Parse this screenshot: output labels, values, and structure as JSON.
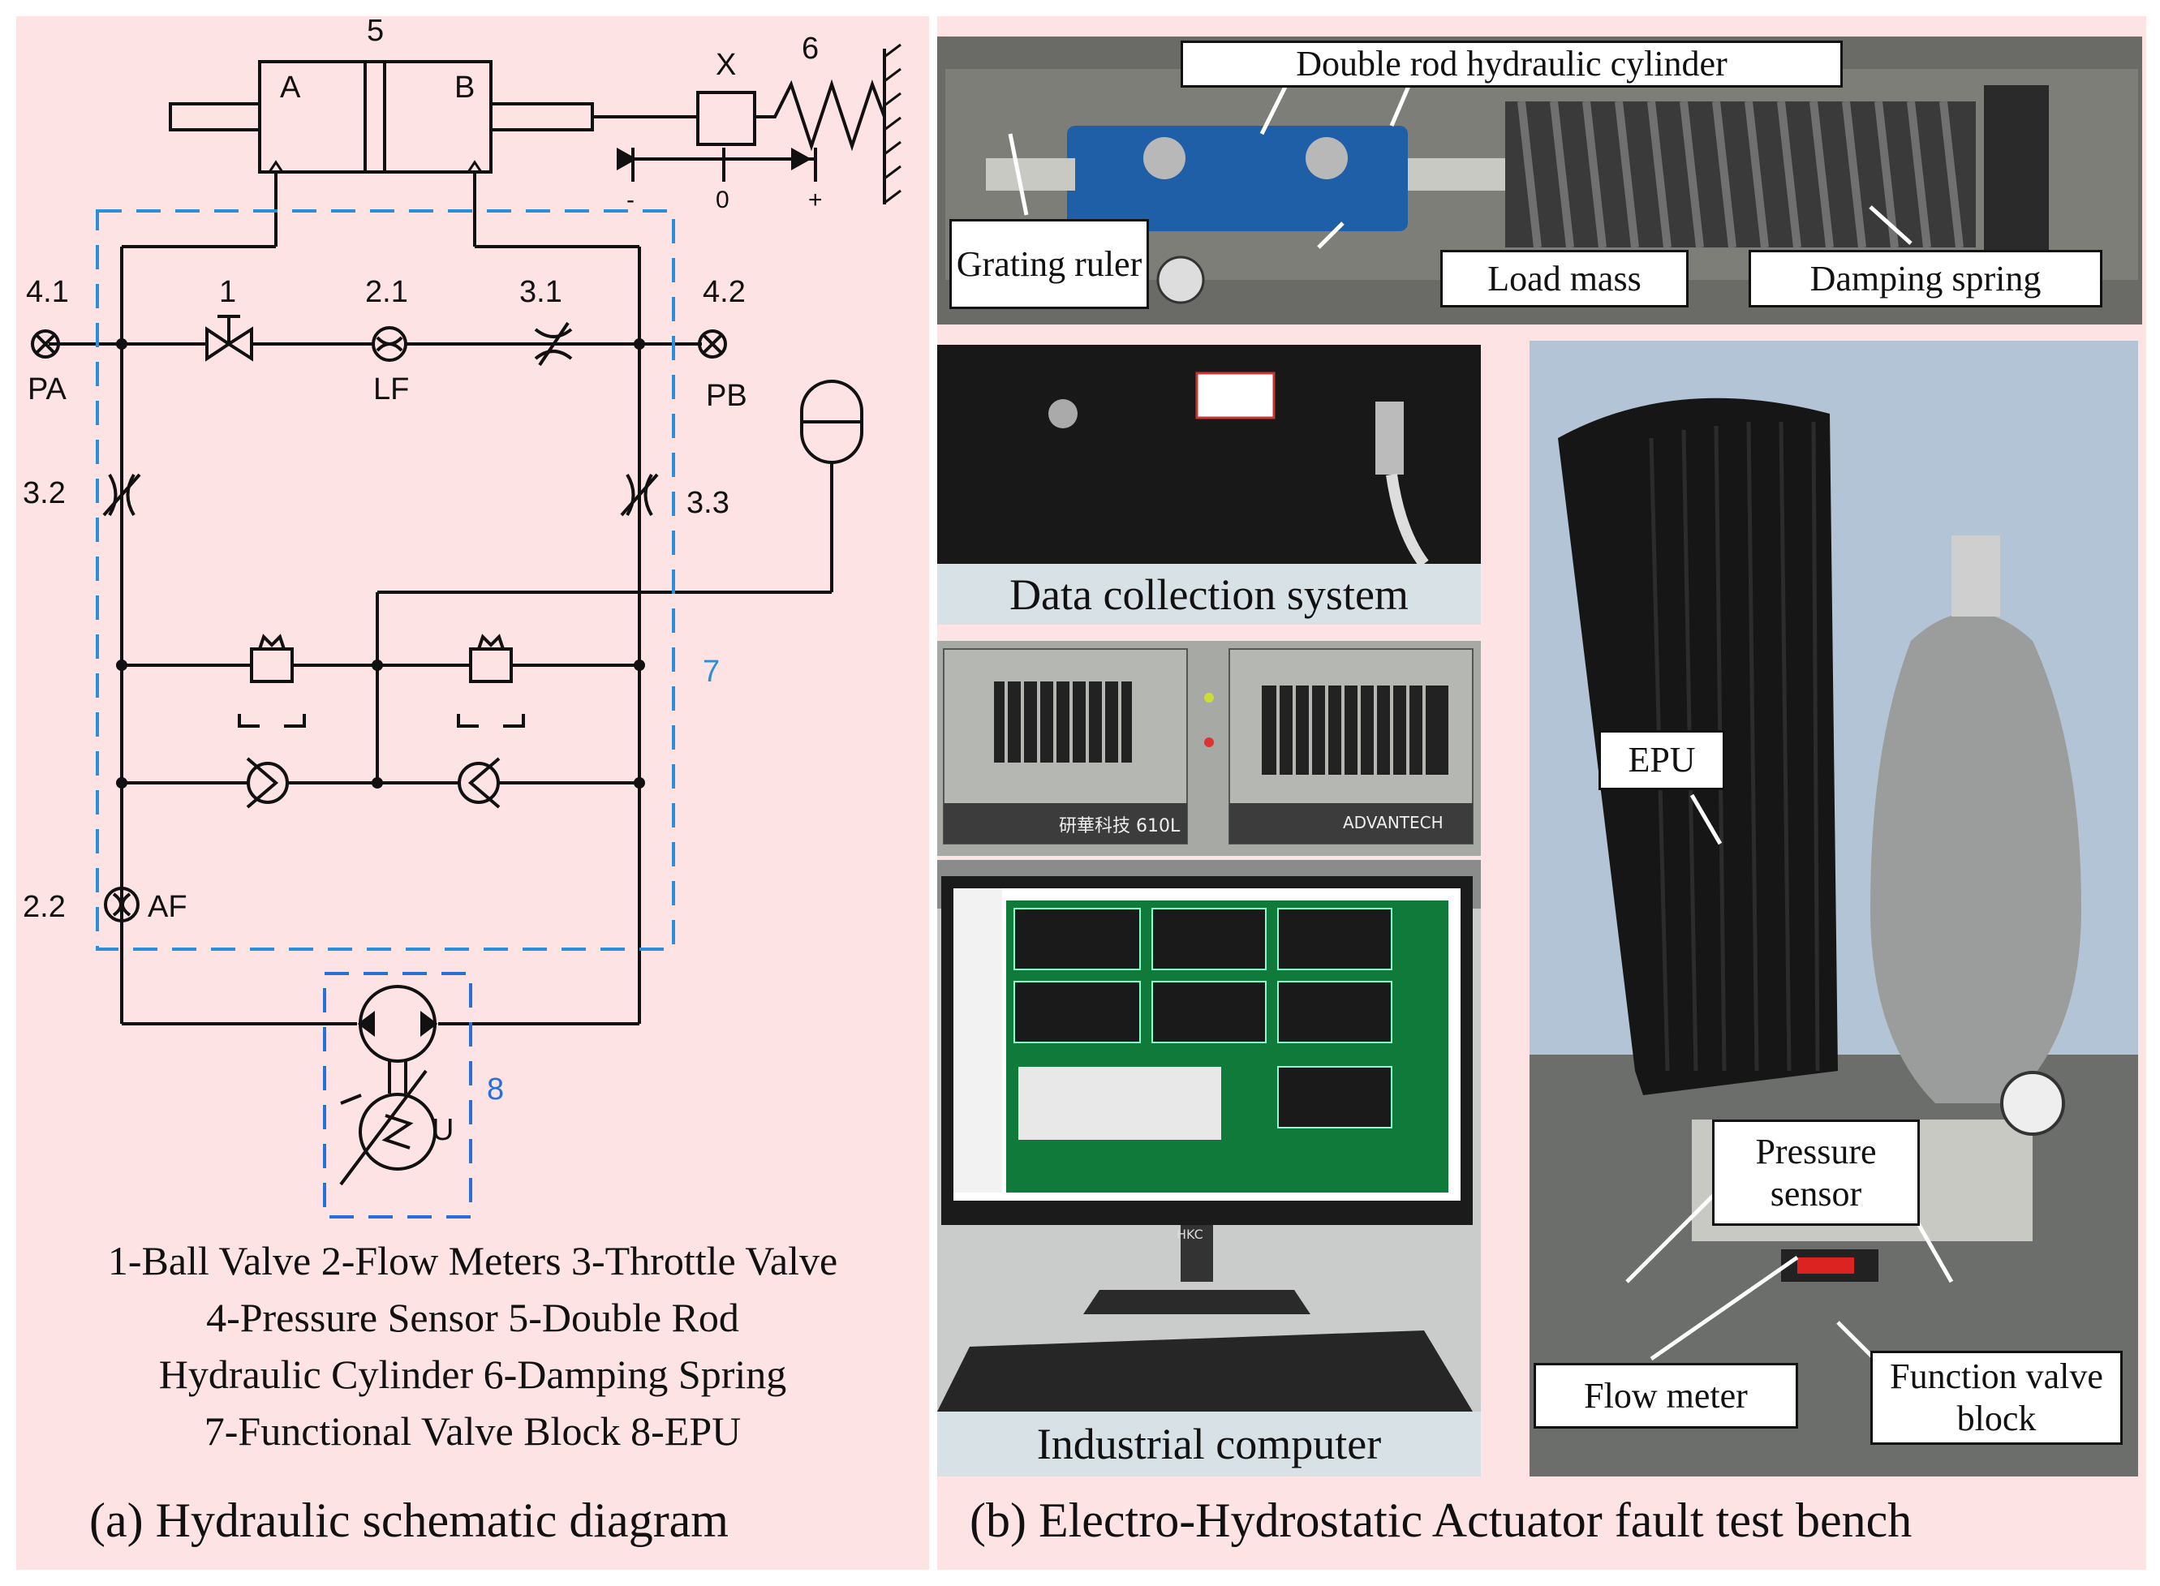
{
  "schematic": {
    "labels": {
      "cylinder": "5",
      "chamber_a": "A",
      "chamber_b": "B",
      "mass": "X",
      "spring": "6",
      "minus": "-",
      "zero": "0",
      "plus": "+",
      "ps_left": "4.1",
      "ps_left_tag": "PA",
      "ball_valve": "1",
      "flow_meter_1": "2.1",
      "flow_meter_1_tag": "LF",
      "throttle_1": "3.1",
      "ps_right": "4.2",
      "ps_right_tag": "PB",
      "throttle_2": "3.2",
      "throttle_3": "3.3",
      "valve_block": "7",
      "flow_meter_2": "2.2",
      "flow_meter_2_tag": "AF",
      "epu": "8",
      "motor_u": "U"
    },
    "legend": [
      "1-Ball Valve 2-Flow Meters 3-Throttle Valve",
      "4-Pressure Sensor 5-Double Rod",
      "Hydraulic Cylinder 6-Damping Spring",
      "7-Functional Valve Block  8-EPU"
    ],
    "caption": "(a) Hydraulic schematic diagram"
  },
  "test_bench": {
    "labels": {
      "cylinder": "Double rod hydraulic cylinder",
      "grating": "Grating ruler",
      "load_mass": "Load mass",
      "damping_spring": "Damping spring",
      "data_collection": "Data collection system",
      "industrial_computer": "Industrial computer",
      "epu": "EPU",
      "pressure_sensor": "Pressure sensor",
      "flow_meter": "Flow meter",
      "function_valve_block": "Function valve block"
    },
    "ipc_brand": "ADVANTECH",
    "ipc_model": "研華科技 610L",
    "monitor_brand": "HKC",
    "caption": "(b) Electro-Hydrostatic Actuator fault test bench"
  }
}
